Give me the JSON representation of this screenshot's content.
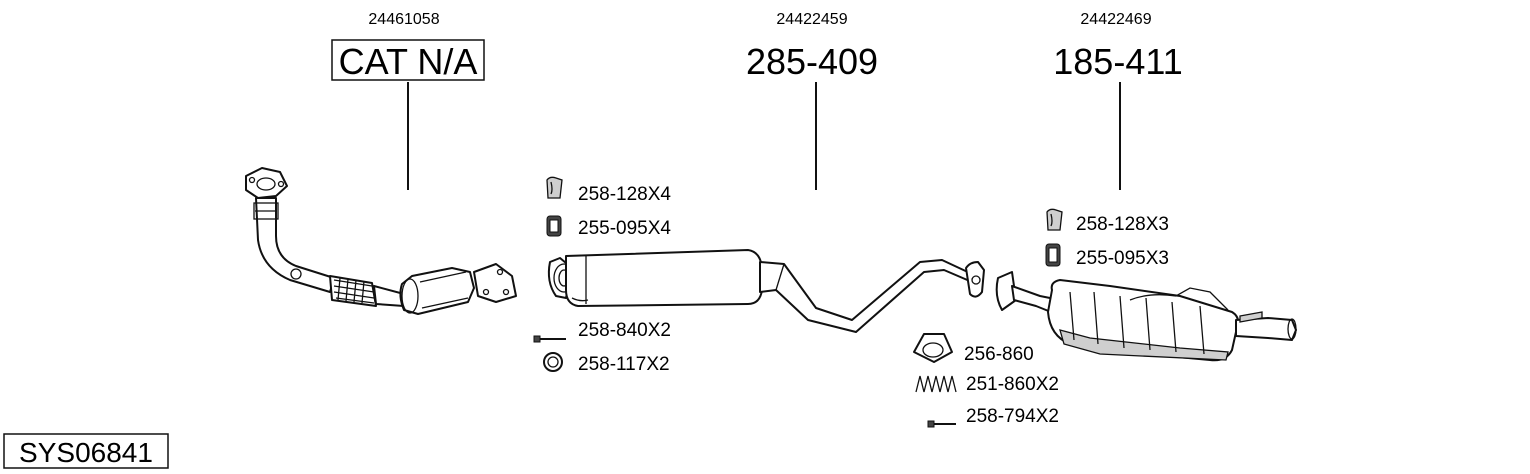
{
  "groups": [
    {
      "oe_number": "24461058",
      "part_number": "CAT N/A"
    },
    {
      "oe_number": "24422459",
      "part_number": "285-409"
    },
    {
      "oe_number": "24422469",
      "part_number": "185-411"
    }
  ],
  "labels": {
    "mid_hanger": "258-128X4",
    "mid_rubber": "255-095X4",
    "mid_bolt": "258-840X2",
    "mid_ring": "258-117X2",
    "rear_hanger": "258-128X3",
    "rear_rubber": "255-095X3",
    "rear_gasket": "256-860",
    "rear_spring": "251-860X2",
    "rear_bolt": "258-794X2"
  },
  "system_code": "SYS06841"
}
